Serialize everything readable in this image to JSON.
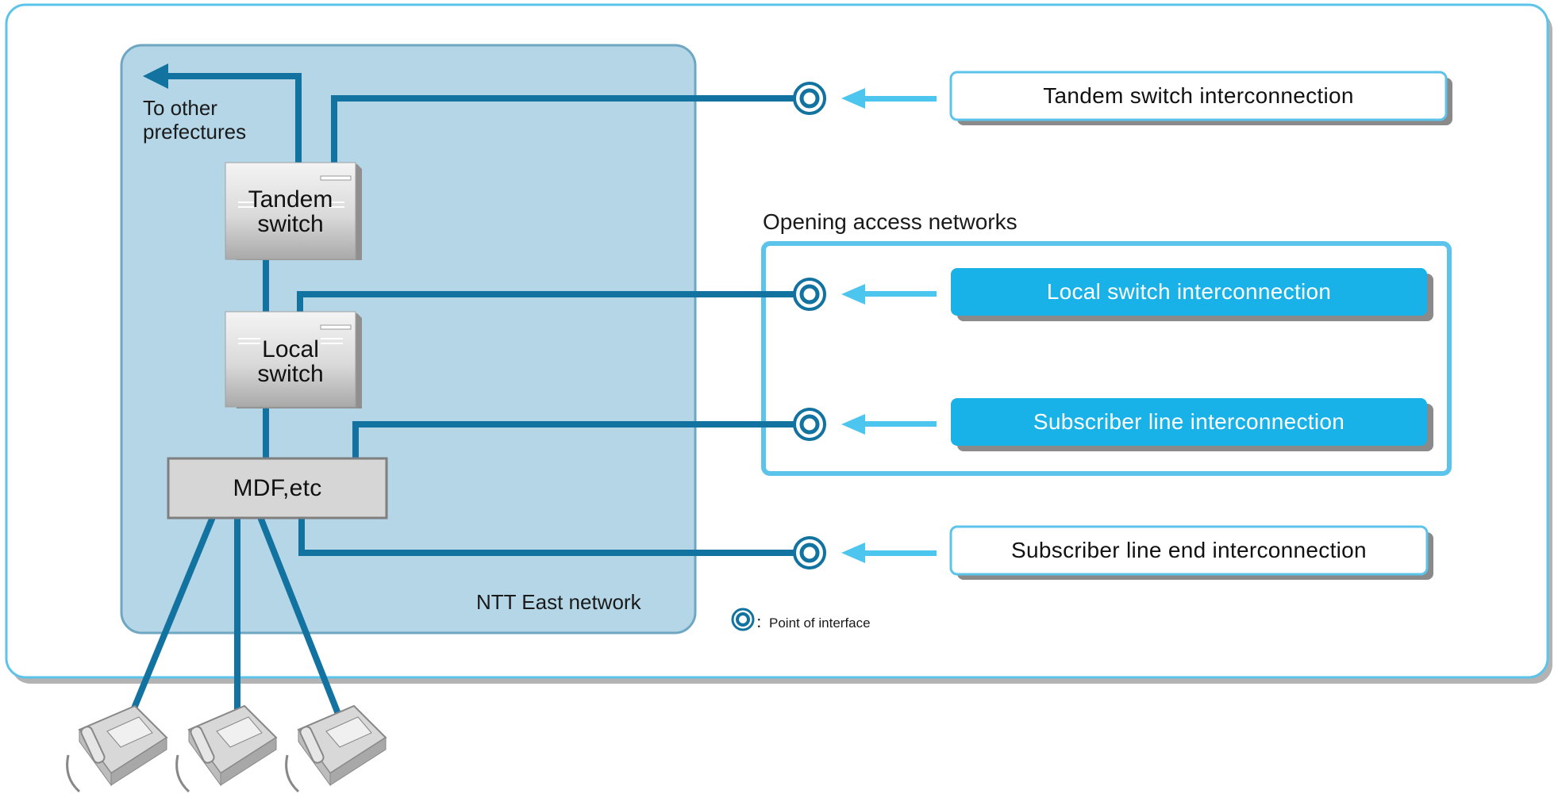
{
  "network": {
    "label": "NTT East network",
    "nodes": {
      "tandem": "Tandem\nswitch",
      "local": "Local\nswitch",
      "mdf": "MDF,etc"
    },
    "to_other": "To other\nprefectures"
  },
  "opening_access_networks": {
    "label": "Opening access networks"
  },
  "interconnections": [
    {
      "label": "Tandem switch interconnection",
      "highlighted": false
    },
    {
      "label": "Local switch interconnection",
      "highlighted": true
    },
    {
      "label": "Subscriber line interconnection",
      "highlighted": true
    },
    {
      "label": "Subscriber line end interconnection",
      "highlighted": false
    }
  ],
  "legend": {
    "symbol_label": "：Point of interface"
  },
  "phones": {
    "count": 3,
    "icon": "telephone-icon"
  },
  "colors": {
    "network_fill": "#b4d6e6",
    "network_border": "#6fa6c2",
    "line_dark_blue": "#1272a0",
    "cyan": "#18b2e8",
    "light_cyan": "#4cc6ee",
    "outer_border": "#5cc3ea",
    "shadow": "#9a9a9a",
    "mdf_fill": "#d6d6d6"
  }
}
